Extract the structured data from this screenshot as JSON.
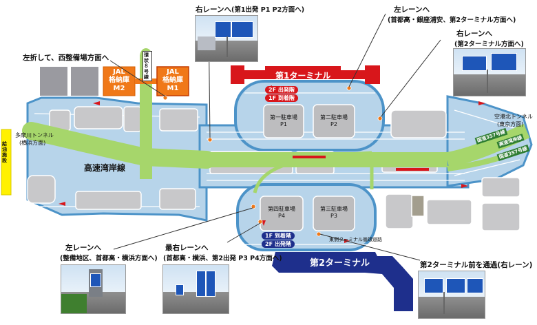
{
  "colors": {
    "road": "#8fc1e3",
    "road_edge": "#4c93c8",
    "lot_gray": "#c8c8ca",
    "highway_green": "#a6d66b",
    "t1_red": "#d8161b",
    "t2_navy": "#1e2f8c",
    "hangar_orange": "#f07818",
    "gray_building": "#8e8e93",
    "fuel_yellow": "#fff100",
    "callout_line": "#333333"
  },
  "terminals": {
    "t1": "第1ターミナル",
    "t2": "第2ターミナル"
  },
  "floor_tags": {
    "t1_2f": "2F 出発階",
    "t1_1f": "1F 到着階",
    "t2_1f": "1F 到着階",
    "t2_2f": "2F 出発階"
  },
  "parking": {
    "p1": [
      "第一駐車場",
      "P1"
    ],
    "p2": [
      "第二駐車場",
      "P2"
    ],
    "p3": [
      "第三駐車場",
      "P3"
    ],
    "p4": [
      "第四駐車場",
      "P4"
    ]
  },
  "hangars": {
    "m2": [
      "JAL",
      "格納庫",
      "M2"
    ],
    "m1": [
      "JAL",
      "格納庫",
      "M1"
    ]
  },
  "roads": {
    "wangan": "高速湾岸線",
    "loop8": "環状８号線",
    "r357_1": "国道357号線",
    "r357_2": "国道357号線",
    "wangan_east": "高速湾岸線",
    "tamagawa_tunnel": "多摩川トンネル",
    "tamagawa_dir": "(横浜方面)",
    "kuko_kita_tunnel": "空港北トンネル",
    "kuko_kita_dir": "(東京方面)",
    "higashi_t_road": "東側ターミナル循環道路",
    "fuel_station": "給油施設"
  },
  "callouts": {
    "c1": {
      "main": "右レーンへ",
      "sub": "(第1出発 P1 P2方面へ)"
    },
    "c2": {
      "main": "左レーンへ",
      "sub": "(首都高・銀座浦安、第2ターミナル方面へ)"
    },
    "c3": {
      "main": "右レーンへ",
      "sub": "(第2ターミナル方面へ)"
    },
    "c4": {
      "main": "左折して、西整備場方面へ",
      "sub": ""
    },
    "c5": {
      "main": "左レーンへ",
      "sub": "(整備地区、首都高・横浜方面へ)"
    },
    "c6": {
      "main": "最右レーンへ",
      "sub": "(首都高・横浜、第2出発 P3 P4方面へ)"
    },
    "c7": {
      "main": "第2ターミナル前を通過(右レーン)",
      "sub": ""
    }
  },
  "photos": {
    "p_top_left": "右レーン sign photo",
    "p_top_right": "右レーン sign photo 2",
    "p_bottom_left": "左レーン sign photo",
    "p_bottom_mid": "最右レーン sign photo",
    "p_bottom_right": "第2ターミナル前 sign photo"
  }
}
